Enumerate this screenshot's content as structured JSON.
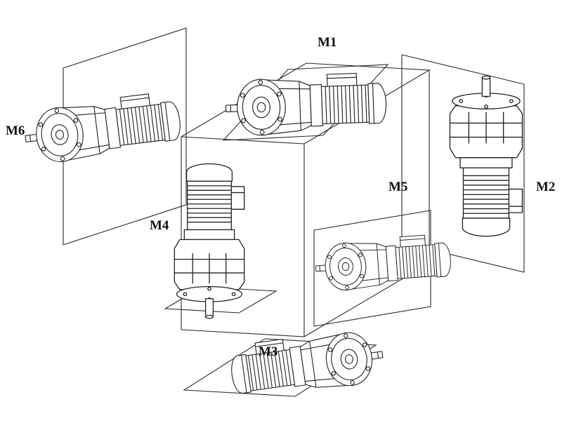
{
  "diagram": {
    "labels": {
      "m1": "M1",
      "m2": "M2",
      "m3": "M3",
      "m4": "M4",
      "m5": "M5",
      "m6": "M6"
    },
    "colors": {
      "line": "#222222",
      "background": "#ffffff"
    }
  }
}
